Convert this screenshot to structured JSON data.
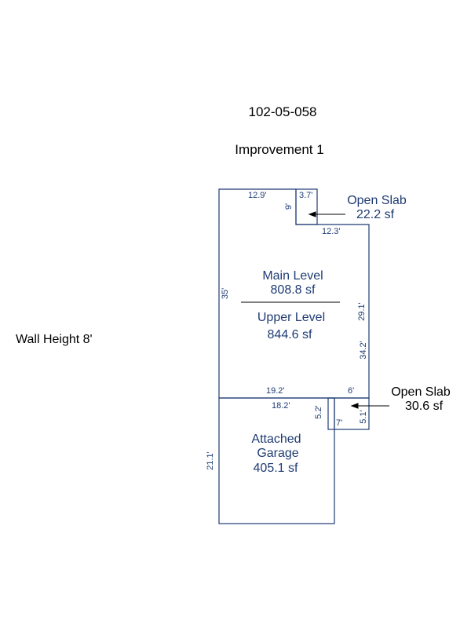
{
  "header": {
    "parcel_id": "102-05-058",
    "improvement": "Improvement 1"
  },
  "wall_height": "Wall Height 8'",
  "areas": {
    "main_level": {
      "name": "Main Level",
      "area": "808.8 sf"
    },
    "upper_level": {
      "name": "Upper Level",
      "area": "844.6 sf"
    },
    "garage": {
      "name_line1": "Attached",
      "name_line2": "Garage",
      "area": "405.1 sf"
    },
    "open_slab_top": {
      "name": "Open Slab",
      "area": "22.2 sf"
    },
    "open_slab_bottom": {
      "name": "Open Slab",
      "area": "30.6 sf"
    }
  },
  "dimensions": {
    "top_main": "12.9'",
    "top_slab": "3.7'",
    "slab_height": "9'",
    "step": "12.3'",
    "left_main": "35'",
    "right_upper": "29.1'",
    "right_lower": "34.2'",
    "garage_top": "19.2'",
    "slab2_top": "6'",
    "garage_inner": "18.2'",
    "slab2_inner_left": "5.2'",
    "slab2_inner_right": "5.1'",
    "slab2_bottom": "7'",
    "garage_left": "21.1'"
  },
  "colors": {
    "outline": "#1f3b73",
    "label": "#1f3b73",
    "text": "#000000"
  }
}
